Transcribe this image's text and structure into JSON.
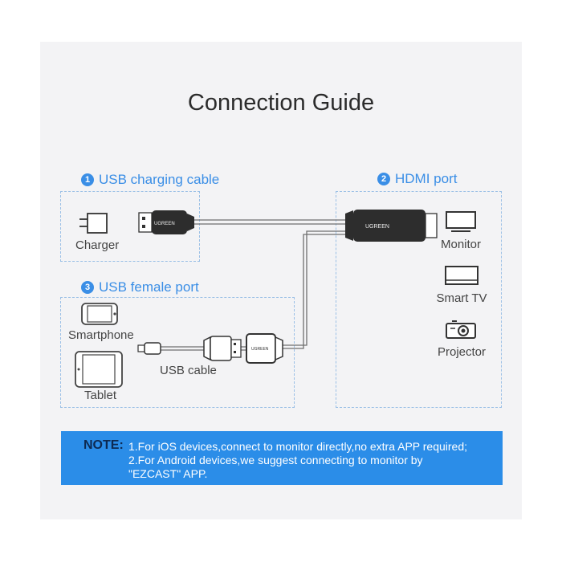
{
  "title": "Connection Guide",
  "sections": {
    "usb_charging": {
      "num": "1",
      "label": "USB charging cable"
    },
    "hdmi": {
      "num": "2",
      "label": "HDMI port"
    },
    "usb_female": {
      "num": "3",
      "label": "USB female port"
    }
  },
  "devices": {
    "charger": "Charger",
    "monitor": "Monitor",
    "smart_tv": "Smart TV",
    "projector": "Projector",
    "smartphone": "Smartphone",
    "tablet": "Tablet",
    "usb_cable": "USB cable"
  },
  "brand": {
    "hdmi_plug": "UGREEN",
    "usb_plug": "UGREEN",
    "female_plug": "UGREEN"
  },
  "note": {
    "label": "NOTE:",
    "line1": "1.For iOS devices,connect to monitor directly,no extra APP required;",
    "line2": "2.For Android devices,we suggest connecting to monitor by",
    "line3": "\"EZCAST\" APP."
  },
  "colors": {
    "accent": "#3a8ee6",
    "note_bg": "#2b8de8",
    "note_label": "#0d2a52",
    "panel_bg": "#f3f3f5"
  }
}
